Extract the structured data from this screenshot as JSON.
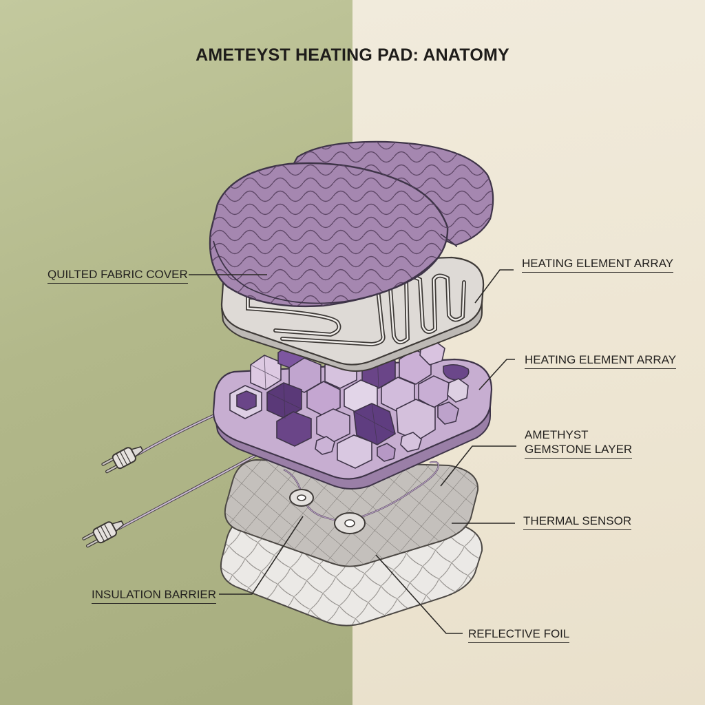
{
  "title": "AMETEYST HEATING PAD: ANATOMY",
  "labels": {
    "quilted_cover": "QUILTED FABRIC COVER",
    "heating_array_1": "HEATING ELEMENT ARRAY",
    "heating_array_2": "HEATING ELEMENT ARRAY",
    "gemstone_line1": "AMETHYST",
    "gemstone_line2": "GEMSTONE LAYER",
    "thermal_sensor": "THERMAL SENSOR",
    "insulation": "INSULATION BARRIER",
    "reflective_foil": "REFLECTIVE FOIL"
  },
  "colors": {
    "background_left": "#b2b88a",
    "background_right": "#ede5d2",
    "fabric_purple": "#a587b0",
    "tray_lilac": "#c7aed1",
    "gem_dark": "#6a4588",
    "element_gray": "#dedad6",
    "mesh_gray": "#c4c0bc",
    "foil_light": "#ebe9e6",
    "line_ink": "#2b2926"
  },
  "icons": [
    "plug-icon",
    "plug-icon"
  ]
}
